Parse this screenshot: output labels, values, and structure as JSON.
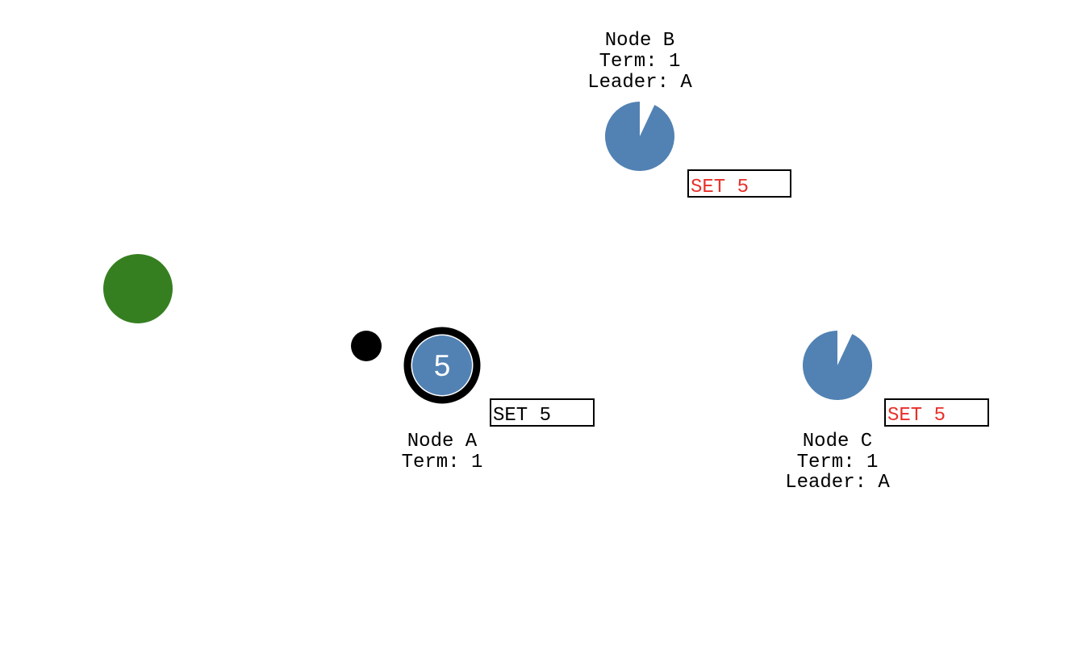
{
  "colors": {
    "node_fill": "#5282b3",
    "client_fill": "#367f20",
    "message_dot": "#000000",
    "leader_ring": "#000000",
    "log_uncommitted_text": "#e8302a",
    "log_committed_text": "#000000",
    "label_text": "#000000"
  },
  "client": {
    "icon": "client-circle"
  },
  "message": {
    "icon": "message-dot"
  },
  "nodes": [
    {
      "id": "A",
      "role": "leader",
      "value": "5",
      "name_label": "Node A",
      "term_label": "Term: 1",
      "leader_label": "",
      "log_entry": "SET 5",
      "log_committed": true,
      "election_timeout_remaining": 1.0
    },
    {
      "id": "B",
      "role": "follower",
      "value": "",
      "name_label": "Node B",
      "term_label": "Term: 1",
      "leader_label": "Leader: A",
      "log_entry": "SET 5",
      "log_committed": false,
      "election_timeout_remaining": 0.93
    },
    {
      "id": "C",
      "role": "follower",
      "value": "",
      "name_label": "Node C",
      "term_label": "Term: 1",
      "leader_label": "Leader: A",
      "log_entry": "SET 5",
      "log_committed": false,
      "election_timeout_remaining": 0.93
    }
  ]
}
